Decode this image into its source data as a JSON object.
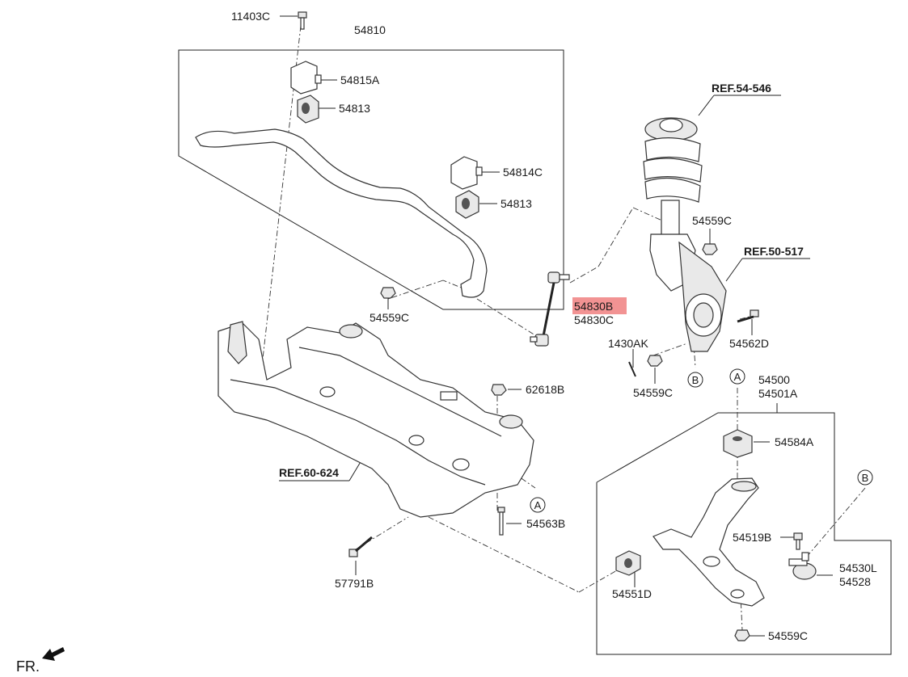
{
  "labels": {
    "p11403C": "11403C",
    "p54810": "54810",
    "p54815A": "54815A",
    "p54813a": "54813",
    "p54814C": "54814C",
    "p54813b": "54813",
    "p54559C_a": "54559C",
    "p54830B": "54830B",
    "p54830C": "54830C",
    "ref54546": "REF.54-546",
    "p54559C_b": "54559C",
    "ref50517": "REF.50-517",
    "p1430AK": "1430AK",
    "p54562D": "54562D",
    "p54559C_c": "54559C",
    "p62618B": "62618B",
    "p54500": "54500",
    "p54501A": "54501A",
    "p54584A": "54584A",
    "ref60624": "REF.60-624",
    "p54563B": "54563B",
    "p54519B": "54519B",
    "p54530L": "54530L",
    "p54528": "54528",
    "p57791B": "57791B",
    "p54551D": "54551D",
    "p54559C_d": "54559C",
    "fr": "FR."
  },
  "callouts": {
    "a1": "A",
    "b1": "B",
    "a2": "A",
    "b2": "B"
  },
  "highlight_color": "#f08080"
}
